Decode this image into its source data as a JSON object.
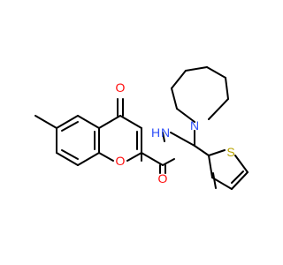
{
  "molecule": {
    "atom_labels": {
      "carbonyl_o_top": "O",
      "ring_o": "O",
      "amide_o": "O",
      "amide_nh": "H",
      "amide_n": "N",
      "azepane_n": "N",
      "thiophene_s": "S"
    },
    "colors": {
      "bond": "#000000",
      "oxygen": "#ff0d0d",
      "nitrogen": "#3050f8",
      "sulfur": "#b8a400"
    }
  }
}
